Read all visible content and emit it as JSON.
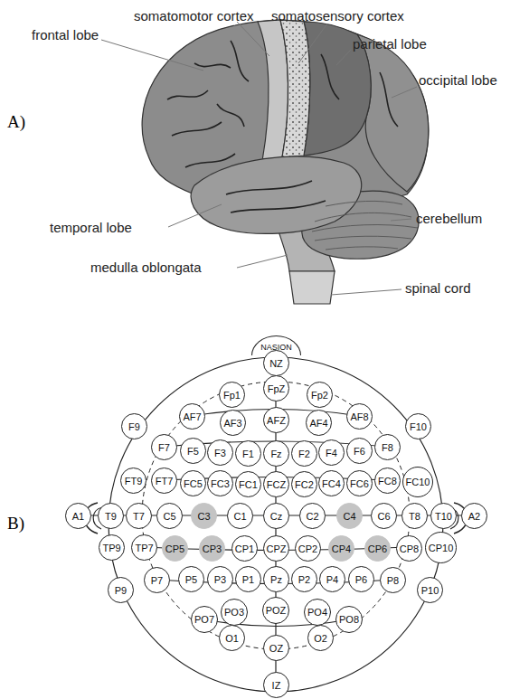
{
  "diagram": {
    "nodes": [
      {
        "text": [
          "NASION"
        ]
      },
      {
        "text": [
          "NZ"
        ]
      },
      {
        "text": [
          "Fp1"
        ]
      },
      {
        "text": [
          "FpZ"
        ]
      },
      {
        "text": [
          "Fp2"
        ]
      },
      {
        "text": [
          "AF7"
        ]
      },
      {
        "text": [
          "AF3"
        ]
      },
      {
        "text": [
          "AFZ"
        ]
      },
      {
        "text": [
          "AF4"
        ]
      },
      {
        "text": [
          "AF8"
        ]
      },
      {
        "text": [
          "F9"
        ]
      },
      {
        "text": [
          "F7"
        ]
      },
      {
        "text": [
          "F5"
        ]
      },
      {
        "text": [
          "F3"
        ]
      },
      {
        "text": [
          "F1"
        ]
      },
      {
        "text": [
          "Fz"
        ]
      },
      {
        "text": [
          "F2"
        ]
      },
      {
        "text": [
          "F4"
        ]
      },
      {
        "text": [
          "F6"
        ]
      },
      {
        "text": [
          "F8"
        ]
      },
      {
        "text": [
          "F10"
        ]
      },
      {
        "text": [
          "FT9"
        ]
      },
      {
        "text": [
          "FT7"
        ]
      },
      {
        "text": [
          "FC5"
        ]
      },
      {
        "text": [
          "FC3"
        ]
      },
      {
        "text": [
          "FC1"
        ]
      },
      {
        "text": [
          "FCZ"
        ]
      },
      {
        "text": [
          "FC2"
        ]
      },
      {
        "text": [
          "FC4"
        ]
      },
      {
        "text": [
          "FC6"
        ]
      },
      {
        "text": [
          "FC8"
        ]
      },
      {
        "text": [
          "FC10"
        ]
      },
      {
        "text": [
          "A1"
        ]
      },
      {
        "text": [
          "T9"
        ]
      },
      {
        "text": [
          "T7"
        ]
      },
      {
        "text": [
          "C5"
        ]
      },
      {
        "text": [
          "C3"
        ]
      },
      {
        "text": [
          "C1"
        ]
      },
      {
        "text": [
          "Cz"
        ]
      },
      {
        "text": [
          "C2"
        ]
      },
      {
        "text": [
          "C4"
        ]
      },
      {
        "text": [
          "C6"
        ]
      },
      {
        "text": [
          "T8"
        ]
      },
      {
        "text": [
          "T10"
        ]
      },
      {
        "text": [
          "A2"
        ]
      },
      {
        "text": [
          "TP9"
        ]
      },
      {
        "text": [
          "TP7"
        ]
      },
      {
        "text": [
          "CP5"
        ]
      },
      {
        "text": [
          "CP3"
        ]
      },
      {
        "text": [
          "CP1"
        ]
      },
      {
        "text": [
          "CPZ"
        ]
      },
      {
        "text": [
          "CP2"
        ]
      },
      {
        "text": [
          "CP4"
        ]
      },
      {
        "text": [
          "CP6"
        ]
      },
      {
        "text": [
          "CP8"
        ]
      },
      {
        "text": [
          "CP10"
        ]
      },
      {
        "text": [
          "P9"
        ]
      },
      {
        "text": [
          "P7"
        ]
      },
      {
        "text": [
          "P5"
        ]
      },
      {
        "text": [
          "P3"
        ]
      },
      {
        "text": [
          "P1"
        ]
      },
      {
        "text": [
          "Pz"
        ]
      },
      {
        "text": [
          "P2"
        ]
      },
      {
        "text": [
          "P4"
        ]
      },
      {
        "text": [
          "P6"
        ]
      },
      {
        "text": [
          "P8"
        ]
      },
      {
        "text": [
          "P10"
        ]
      },
      {
        "text": [
          "PO7"
        ]
      },
      {
        "text": [
          "PO3"
        ]
      },
      {
        "text": [
          "POZ"
        ]
      },
      {
        "text": [
          "PO4"
        ]
      },
      {
        "text": [
          "PO8"
        ]
      },
      {
        "text": [
          "O1"
        ]
      },
      {
        "text": [
          "OZ"
        ]
      },
      {
        "text": [
          "O2"
        ]
      },
      {
        "text": [
          "IZ"
        ]
      }
    ],
    "labels": [
      "A)",
      "frontal lobe",
      "somatomotor cortex",
      "somatosensory cortex",
      "parietal lobe",
      "occipital lobe",
      "temporal lobe",
      "cerebellum",
      "medulla oblongata",
      "spinal cord",
      "B)"
    ]
  }
}
